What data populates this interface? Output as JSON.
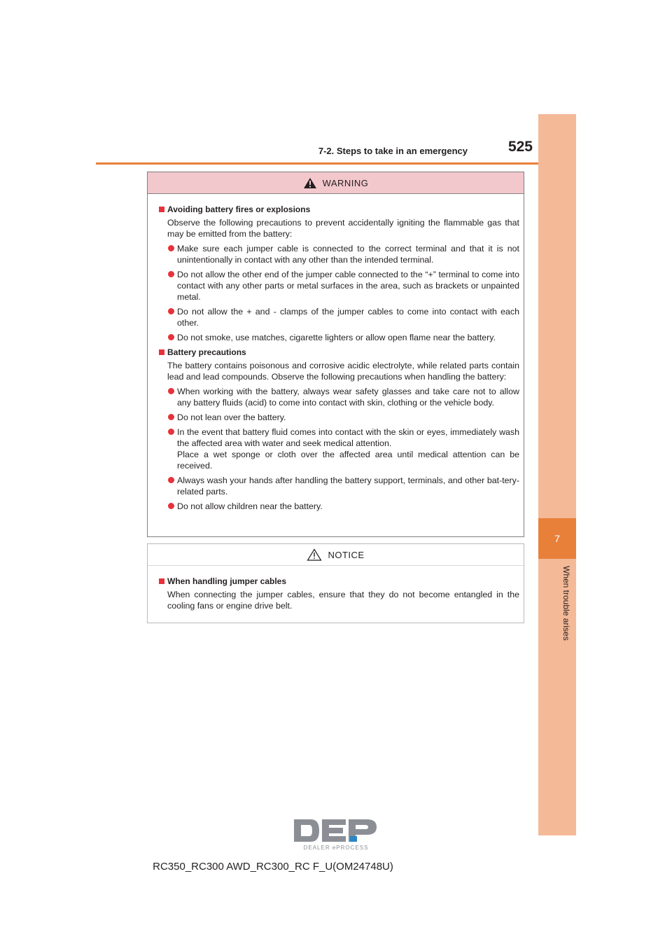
{
  "header": {
    "section": "7-2. Steps to take in an emergency",
    "page_number": "525"
  },
  "side_tab": {
    "chapter_number": "7",
    "chapter_title": "When trouble arises"
  },
  "warning": {
    "title": "WARNING",
    "sections": [
      {
        "heading": "Avoiding battery fires or explosions",
        "intro": "Observe the following precautions to prevent accidentally igniting the flammable gas that may be emitted from the battery:",
        "bullets": [
          "Make sure each jumper cable is connected to the correct terminal and that it is not unintentionally in contact with any other than the intended terminal.",
          "Do not allow the other end of the jumper cable connected to the “+” terminal to come into contact with any other parts or metal surfaces in the area, such as brackets or unpainted metal.",
          "Do not allow the + and - clamps of the jumper cables to come into contact with each other.",
          "Do not smoke, use matches, cigarette lighters or allow open flame near the battery."
        ]
      },
      {
        "heading": "Battery precautions",
        "intro": "The battery contains poisonous and corrosive acidic electrolyte, while related parts contain lead and lead compounds. Observe the following precautions when handling the battery:",
        "bullets": [
          "When working with the battery, always wear safety glasses and take care not to allow any battery fluids (acid) to come into contact with skin, clothing or the vehicle body.",
          "Do not lean over the battery.",
          "In the event that battery fluid comes into contact with the skin or eyes, immediately wash the affected area with water and seek medical attention.",
          "Always wash your hands after handling the battery support, terminals, and other bat-tery-related parts.",
          "Do not allow children near the battery."
        ],
        "bullet_3_continuation": "Place a wet sponge or cloth over the affected area until medical attention can be received."
      }
    ]
  },
  "notice": {
    "title": "NOTICE",
    "heading": "When handling jumper cables",
    "text": "When connecting the jumper cables, ensure that they do not become entangled in the cooling fans or engine drive belt."
  },
  "footer": {
    "logo_text": "DEALER ePROCESS",
    "model_code": "RC350_RC300 AWD_RC300_RC F_U(OM24748U)"
  },
  "colors": {
    "accent_orange": "#e8803a",
    "side_band": "#f4b997",
    "warning_header": "#f3c8cc",
    "bullet_red": "#e8313a"
  }
}
